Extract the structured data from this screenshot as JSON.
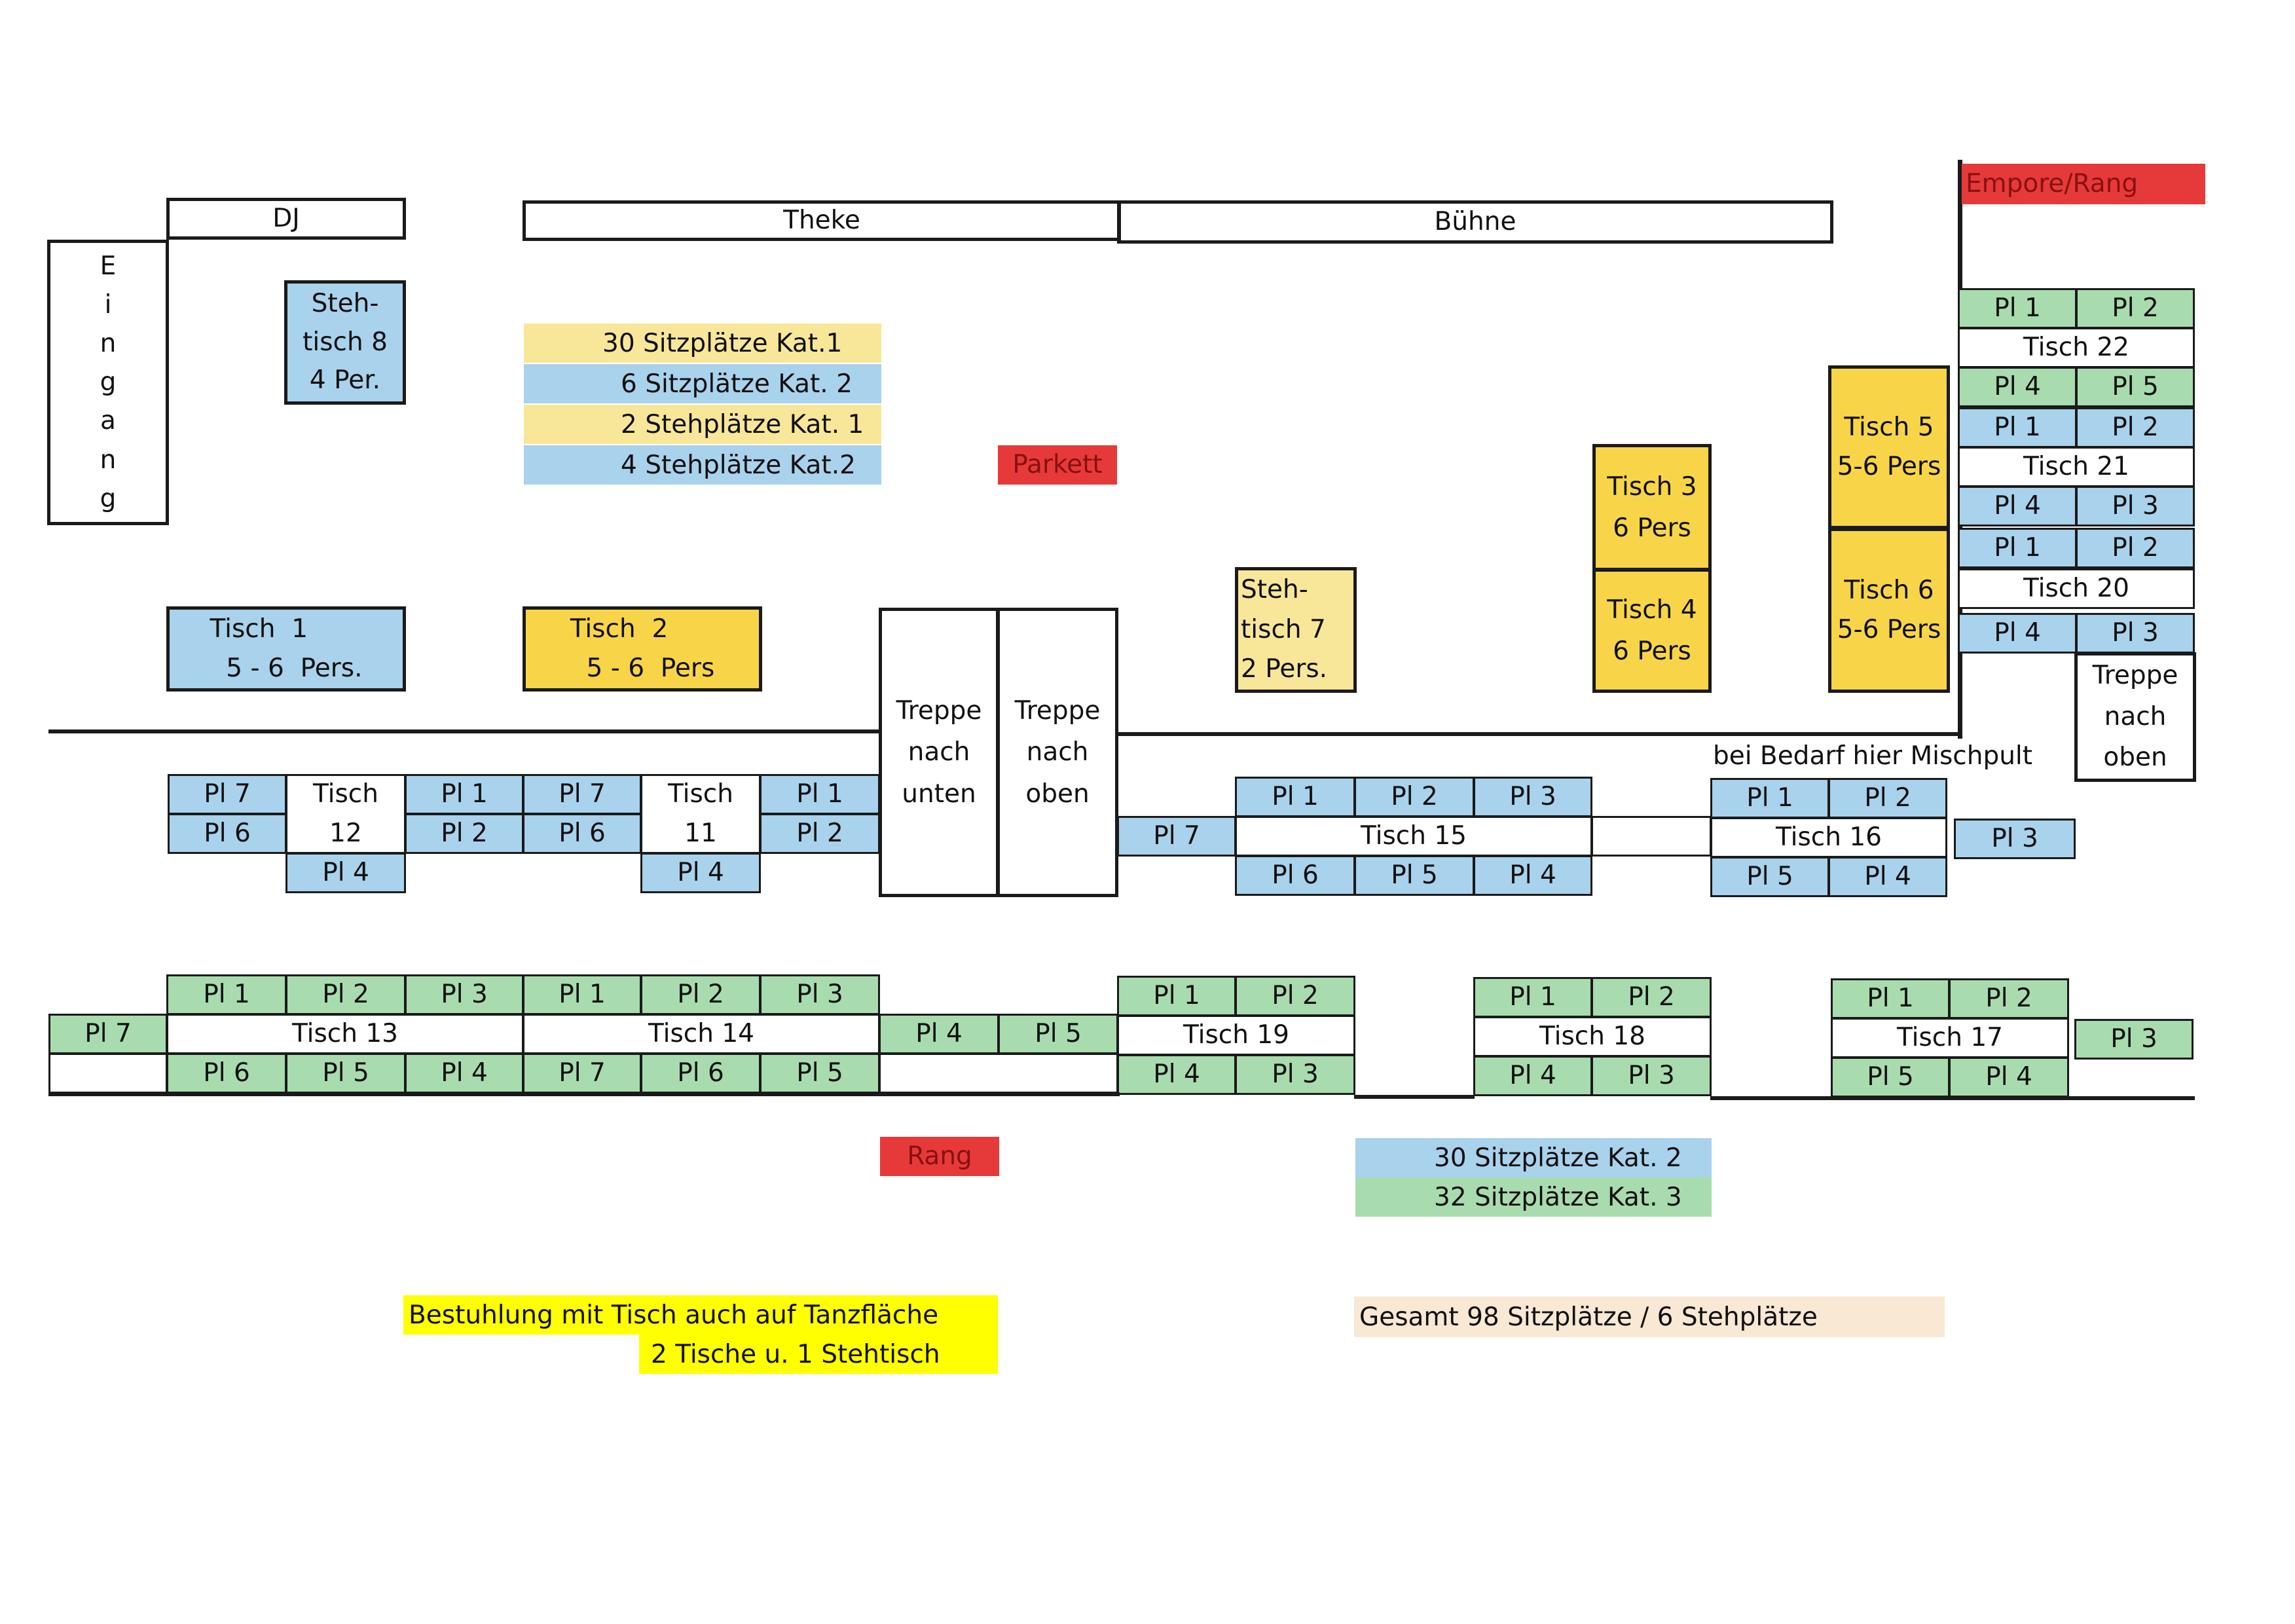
{
  "labels": {
    "dj": "DJ",
    "theke": "Theke",
    "buehne": "Bühne",
    "eingang": [
      "E",
      "i",
      "n",
      "g",
      "a",
      "n",
      "g"
    ],
    "empore": "Empore/Rang",
    "parkett": "Parkett",
    "rang": "Rang",
    "mischpult": "bei Bedarf hier Mischpult",
    "treppe_unten": "Treppe\nnach\nunten",
    "treppe_oben": "Treppe\nnach\noben",
    "treppe_oben_right": "Treppe\nnach\noben"
  },
  "tables": {
    "stehtisch8": "Steh-\ntisch 8\n4 Per.",
    "tisch1": "Tisch  1\n  5 - 6  Pers.",
    "tisch2": "Tisch  2\n  5 - 6  Pers",
    "stehtisch7": "Steh-\ntisch 7\n2  Pers.",
    "tisch3": "Tisch 3\n6 Pers",
    "tisch4": "Tisch 4\n6 Pers",
    "tisch5": "Tisch 5\n5-6 Pers",
    "tisch6": "Tisch 6\n5-6 Pers",
    "tisch22": "Tisch  22",
    "tisch21": "Tisch  21",
    "tisch20": "Tisch  20",
    "tisch12": "Tisch\n12",
    "tisch11": "Tisch\n11",
    "tisch15": "Tisch 15",
    "tisch16": "Tisch  16",
    "tisch13": "Tisch 13",
    "tisch14": "Tisch 14",
    "tisch19": "Tisch  19",
    "tisch18": "Tisch  18",
    "tisch17": "Tisch  17"
  },
  "seats": {
    "pl1": "Pl 1",
    "pl2": "Pl 2",
    "pl3": "Pl 3",
    "pl4": "Pl 4",
    "pl5": "Pl 5",
    "pl6": "Pl 6",
    "pl7": "Pl 7"
  },
  "legend_top": [
    "30  Sitzplätze  Kat.1",
    "6  Sitzplätze  Kat. 2",
    "2  Stehplätze  Kat. 1",
    "4  Stehplätze  Kat.2"
  ],
  "legend_bottom": [
    "30  Sitzplätze  Kat. 2",
    "32  Sitzplätze  Kat. 3"
  ],
  "notes": {
    "bestuhlung_1": "Bestuhlung mit Tisch auch auf Tanzfläche",
    "bestuhlung_2": "2 Tische  u. 1 Stehtisch",
    "gesamt": "Gesamt 98 Sitzplätze / 6 Stehplätze"
  },
  "colors": {
    "kat1_sitz": "#f9e799",
    "kat1_table": "#f8d548",
    "kat2": "#a9d2ec",
    "kat3": "#a8dcaf",
    "marker": "#e63a3a",
    "highlight": "#ffff00",
    "gesamt_bg": "#f8e8d4"
  }
}
